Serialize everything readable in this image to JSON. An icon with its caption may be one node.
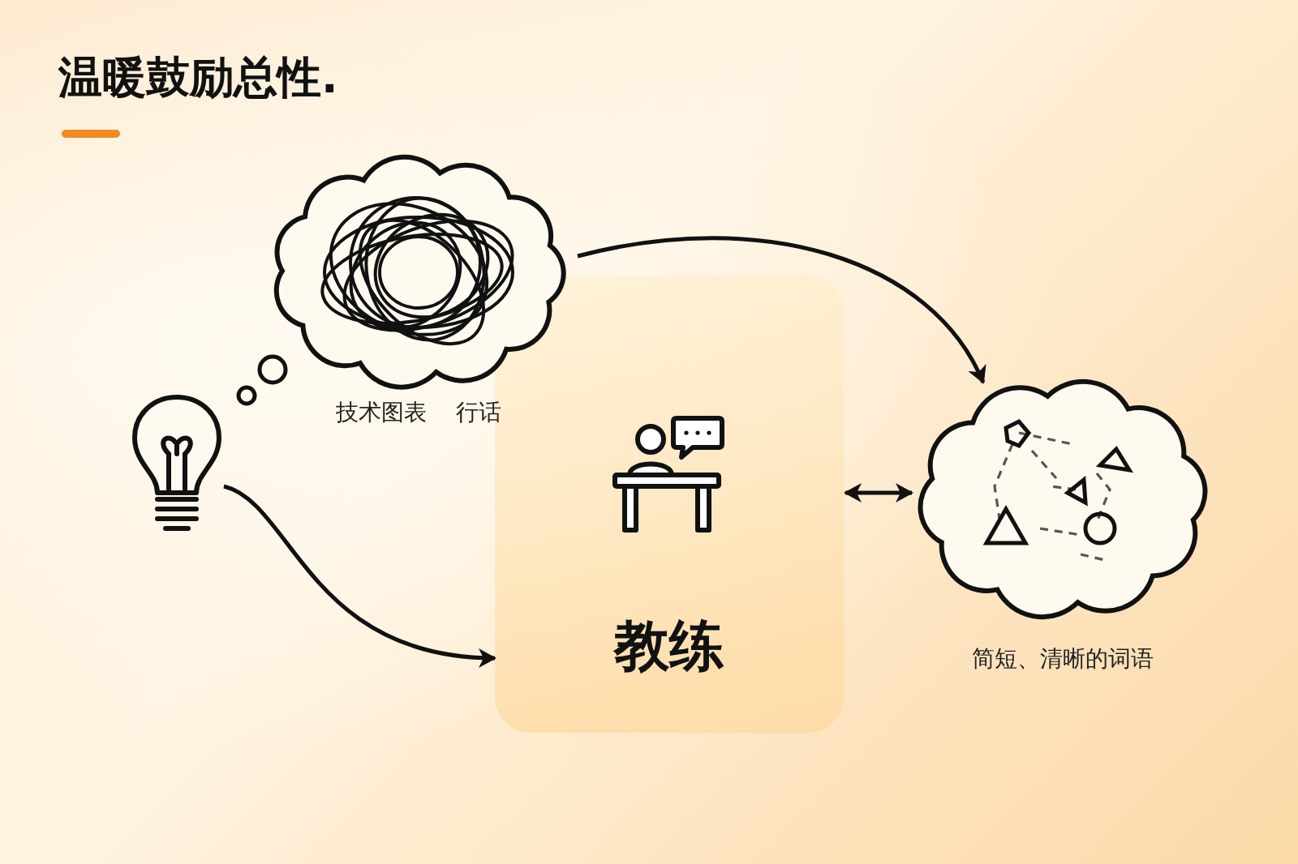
{
  "diagram": {
    "title": "温暖鼓励总性.",
    "nodes": [
      {
        "text": [],
        "shape": "picture"
      },
      {
        "text": [
          "技术图表 行话"
        ]
      },
      {
        "text": [
          "教练"
        ]
      },
      {
        "text": [
          "简短、清晰的词语"
        ]
      }
    ],
    "edges": [
      {
        "from": 0,
        "to": 2,
        "arrow": "to"
      },
      {
        "from": 1,
        "to": 3,
        "arrow": "to"
      },
      {
        "from": 2,
        "to": 3,
        "arrow": "both"
      }
    ]
  }
}
